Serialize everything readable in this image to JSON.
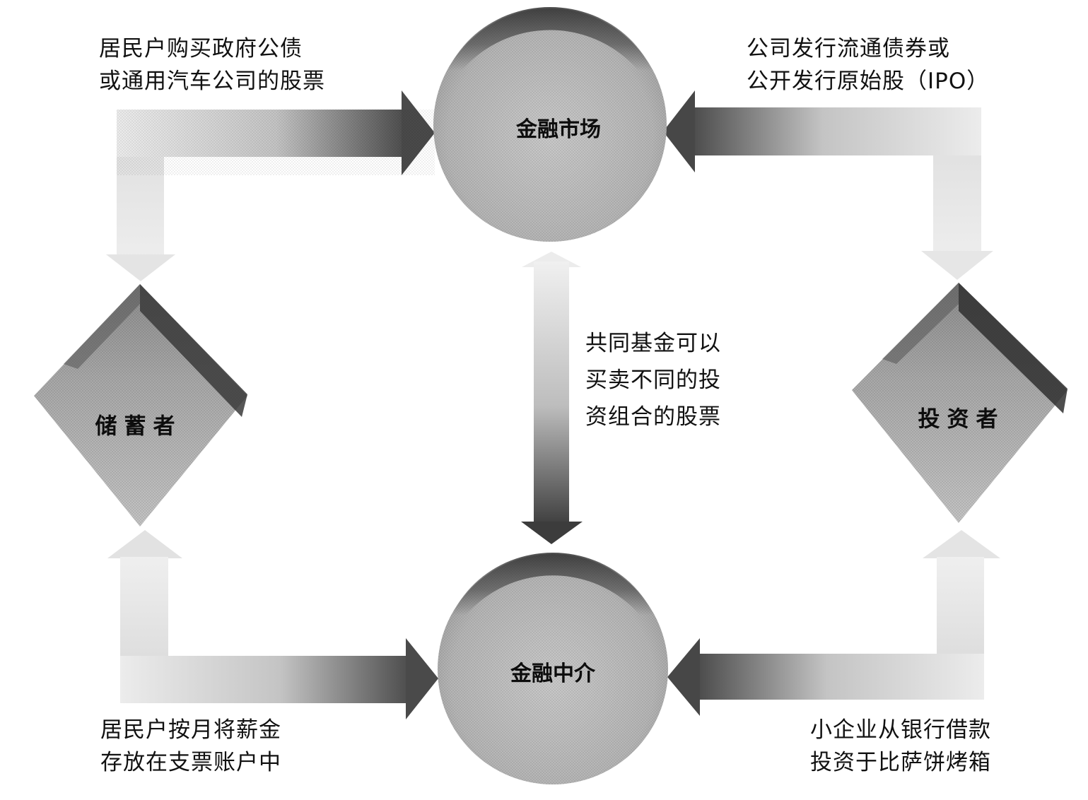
{
  "diagram": {
    "nodes": {
      "financial_market": {
        "label": "金融市场",
        "shape": "circle"
      },
      "financial_intermediary": {
        "label": "金融中介",
        "shape": "circle"
      },
      "savers": {
        "label": "储蓄者",
        "shape": "diamond"
      },
      "investors": {
        "label": "投资者",
        "shape": "diamond"
      }
    },
    "annotations": {
      "top_left": {
        "line1": "居民户购买政府公债",
        "line2": "或通用汽车公司的股票"
      },
      "top_right": {
        "line1": "公司发行流通债券或",
        "line2": "公开发行原始股（IPO）"
      },
      "center": {
        "line1": "共同基金可以",
        "line2": "买卖不同的投",
        "line3": "资组合的股票"
      },
      "bottom_left": {
        "line1": "居民户按月将薪金",
        "line2": "存放在支票账户中"
      },
      "bottom_right": {
        "line1": "小企业从银行借款",
        "line2": "投资于比萨饼烤箱"
      }
    },
    "edges": [
      {
        "from": "savers",
        "to": "financial_market",
        "style": "L-arrow, gradient light→dark"
      },
      {
        "from": "investors",
        "to": "financial_market",
        "style": "L-arrow, gradient light→dark"
      },
      {
        "from": "savers",
        "to": "financial_intermediary",
        "style": "L-arrow, gradient light→dark"
      },
      {
        "from": "investors",
        "to": "financial_intermediary",
        "style": "L-arrow, gradient light→dark"
      },
      {
        "from": "financial_market",
        "to": "financial_intermediary",
        "style": "vertical arrow, gradient light→dark"
      }
    ],
    "colors": {
      "background": "#ffffff",
      "shape_fill": "#b8b8b8",
      "shape_dark_edge": "#3a3a3a",
      "arrow_light": "#e6e6e6",
      "arrow_dark": "#4a4a4a",
      "text": "#111111"
    }
  }
}
